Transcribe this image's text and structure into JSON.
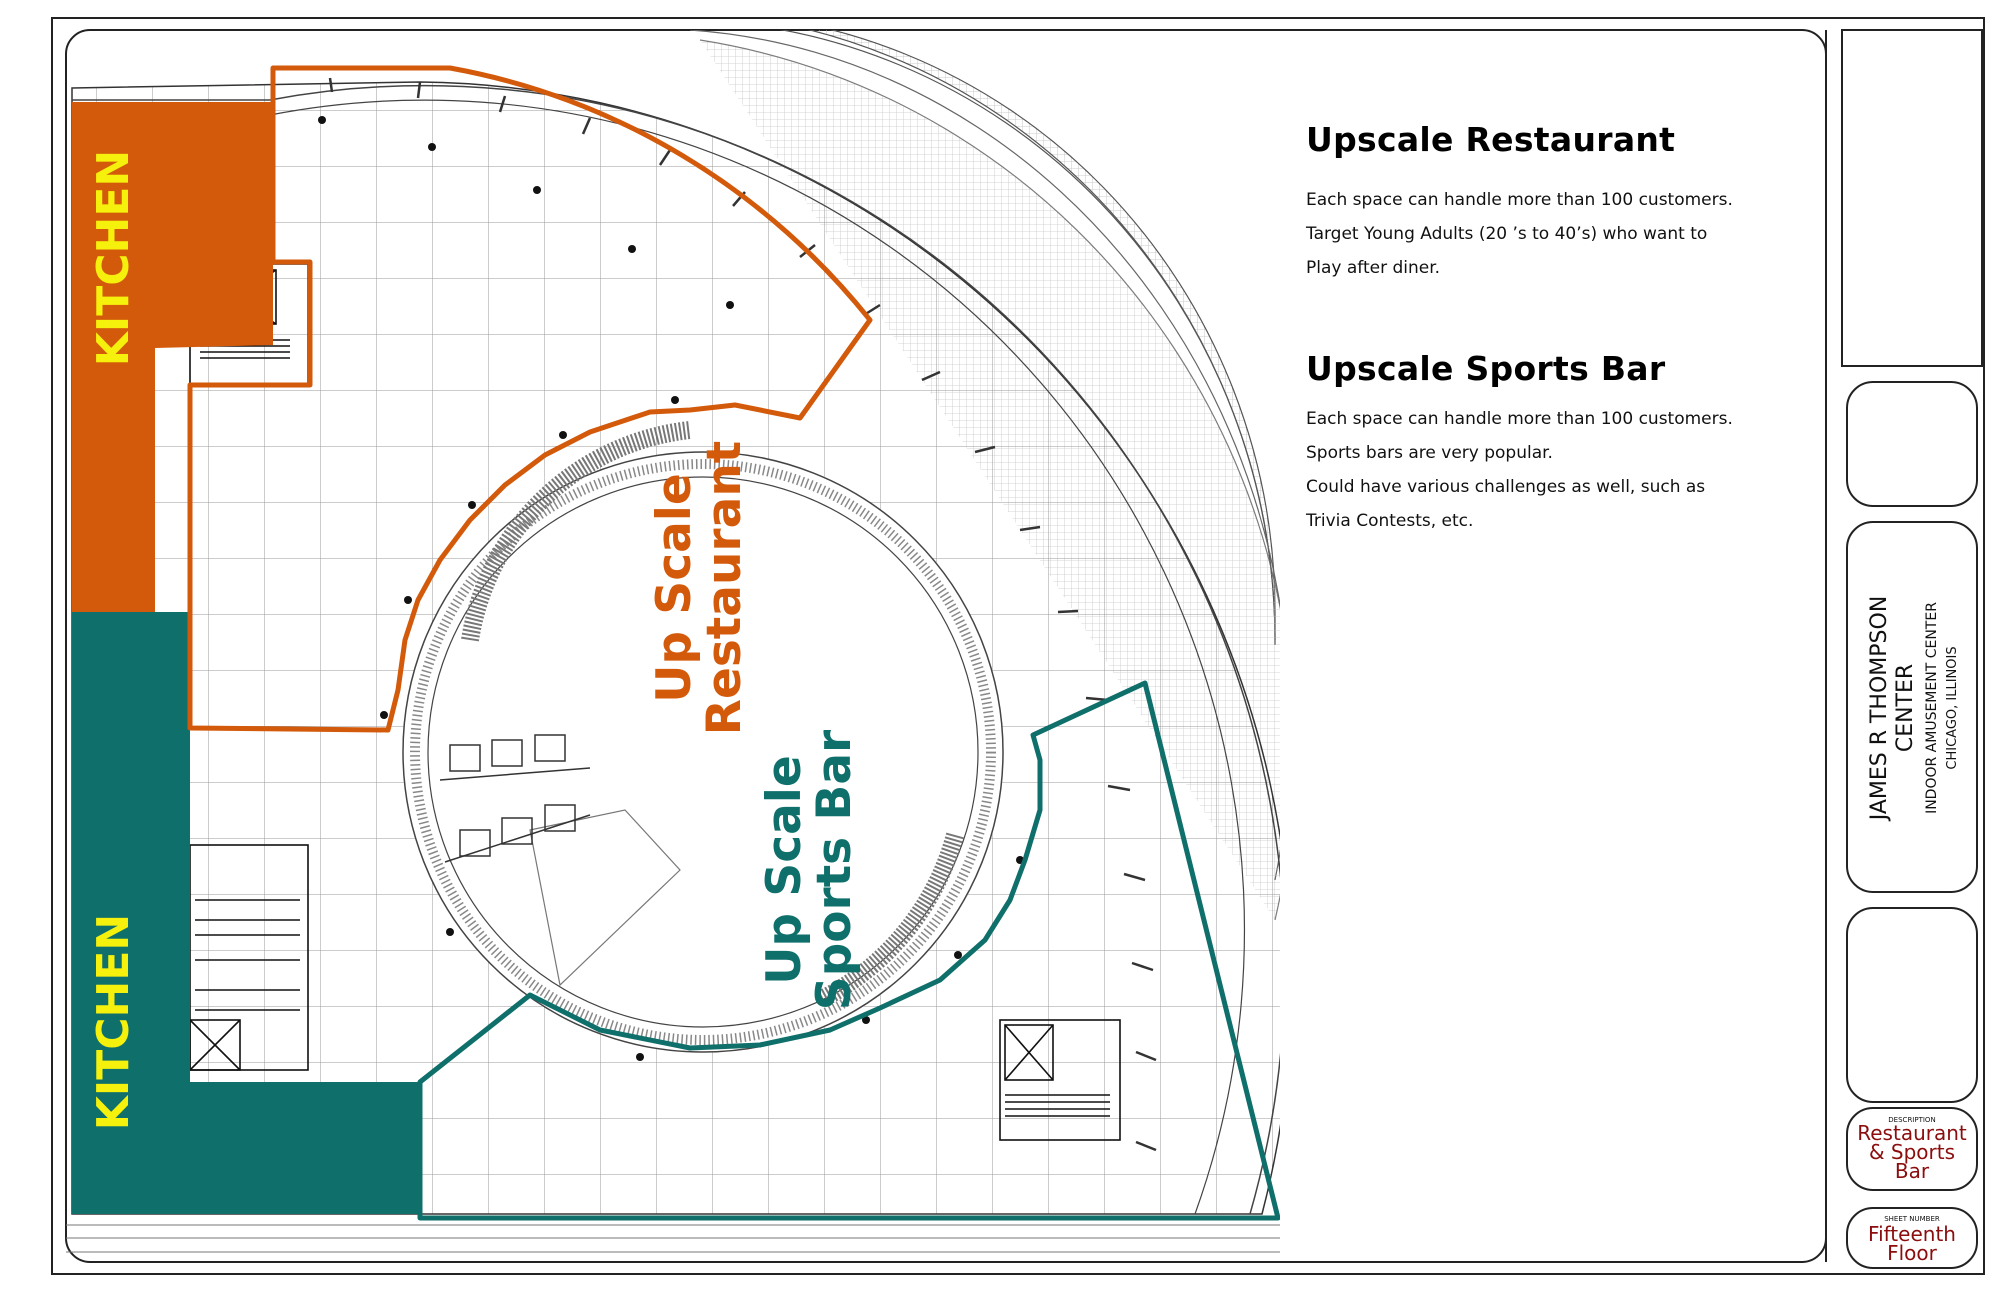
{
  "plan": {
    "zones": [
      {
        "label": "KITCHEN",
        "color": "#d35a0b"
      },
      {
        "label": "KITCHEN",
        "color": "#0f6f6b"
      }
    ],
    "areas": [
      {
        "line1": "Up Scale",
        "line2": "Restaurant",
        "color": "#d35a0b"
      },
      {
        "line1": "Up Scale",
        "line2": "Sports Bar",
        "color": "#0f6f6b"
      }
    ],
    "kitchen_text_color": "#f5f10c"
  },
  "notes": {
    "section1": {
      "title": "Upscale Restaurant",
      "lines": [
        "Each space can handle more than 100 customers.",
        "Target Young Adults (20 ’s to 40’s) who want to",
        "Play after diner."
      ]
    },
    "section2": {
      "title": "Upscale Sports Bar",
      "lines": [
        "Each space can handle more than 100 customers.",
        "Sports bars are very popular.",
        "Could have various challenges as well, such as",
        "Trivia Contests, etc."
      ]
    }
  },
  "title_block": {
    "project_name": "JAMES R THOMPSON",
    "project_name2": "CENTER",
    "project_subtitle": "INDOOR AMUSEMENT CENTER",
    "project_location": "CHICAGO, ILLINOIS",
    "description_label": "DESCRIPTION",
    "description_lines": [
      "Restaurant",
      "& Sports",
      "Bar"
    ],
    "sheet_number_label": "SHEET NUMBER",
    "sheet_lines": [
      "Fifteenth",
      "Floor"
    ],
    "accent_color": "#8b0d0d"
  }
}
